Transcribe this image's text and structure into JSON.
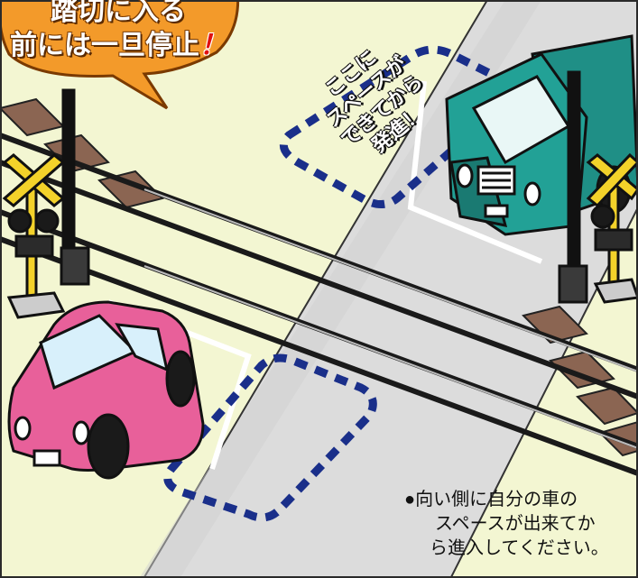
{
  "bubble": {
    "line1": "踏切に入る",
    "line2": "前には一旦停止",
    "line2_mark": "！"
  },
  "space_note": {
    "line1": "ここに",
    "line2": "スペースが",
    "line3": "できてから",
    "line4": "発進！"
  },
  "caption": {
    "line1": "●向い側に自分の車の",
    "line2": "スペースが出来てか",
    "line3": "ら進入してください。"
  },
  "colors": {
    "ground": "#f3f6d2",
    "road": "#dcdcdc",
    "sleeper": "#8b6552",
    "rail": "#1a1a1a",
    "car_pink": "#e8609a",
    "truck_teal": "#1f8f86",
    "bubble": "#f39a2a",
    "dashed_box": "#1a2f8a",
    "crossing_sign": "#f3d22a"
  }
}
